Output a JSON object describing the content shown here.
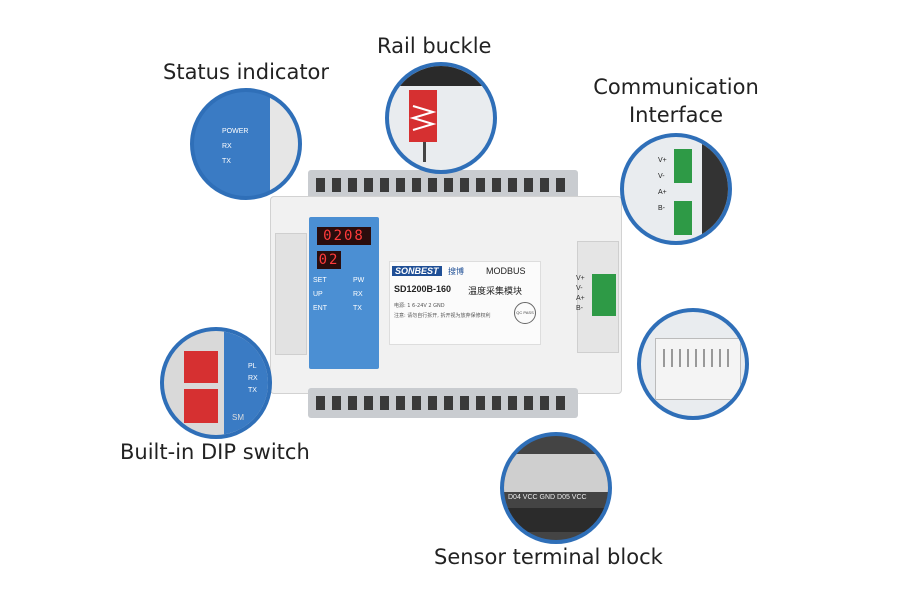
{
  "labels": {
    "status_indicator": "Status indicator",
    "rail_buckle": "Rail buckle",
    "communication_interface_line1": "Communication",
    "communication_interface_line2": "Interface",
    "builtin_dip_switch": "Built-in DIP switch",
    "sensor_terminal_block": "Sensor terminal block"
  },
  "device": {
    "display_top": "0208",
    "display_bottom": "02",
    "buttons": [
      "SET",
      "UP",
      "ENT"
    ],
    "leds": [
      "PW",
      "RX",
      "TX"
    ],
    "brand": "SONBEST",
    "brand_cn": "搜博",
    "protocol": "MODBUS",
    "model": "SD1200B-160",
    "model_cn": "温度采集模块",
    "spec_line": "电源: 1 6-24V   2 GND",
    "note_line": "注意: 请勿自行拆开, 拆开视为放弃保修权利",
    "qc": "QC PASS",
    "right_terminals": [
      "V+",
      "V-",
      "A+",
      "B-"
    ]
  },
  "callouts": {
    "status_leds": [
      "POWER",
      "RX",
      "TX"
    ],
    "dip_labels": [
      "PL",
      "RX",
      "TX",
      "SM"
    ],
    "comm_labels": [
      "V+",
      "V-",
      "A+",
      "B-"
    ],
    "terminal_labels": "D04 VCC GND D05 VCC"
  }
}
